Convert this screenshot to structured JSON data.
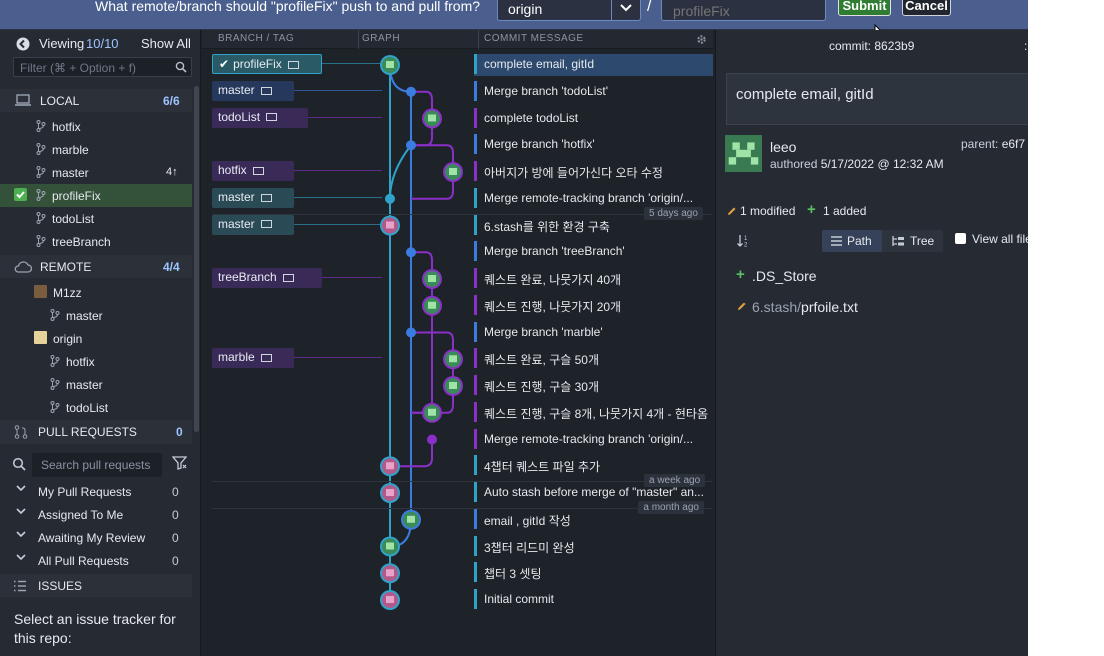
{
  "dialog": {
    "question": "What remote/branch should \"profileFix\" push to and pull from?",
    "remote_value": "origin",
    "separator": "/",
    "branch_placeholder": "profileFix",
    "submit_label": "Submit",
    "cancel_label": "Cancel"
  },
  "sidebar": {
    "viewing_label": "Viewing",
    "viewing_count": "10/10",
    "show_all": "Show All",
    "filter_placeholder": "Filter (⌘ + Option + f)",
    "local": {
      "label": "LOCAL",
      "count": "6/6",
      "branches": [
        {
          "name": "hotfix",
          "badge": ""
        },
        {
          "name": "marble",
          "badge": ""
        },
        {
          "name": "master",
          "badge": "4↑"
        },
        {
          "name": "profileFix",
          "badge": ""
        },
        {
          "name": "todoList",
          "badge": ""
        },
        {
          "name": "treeBranch",
          "badge": ""
        }
      ]
    },
    "remote": {
      "label": "REMOTE",
      "count": "4/4",
      "remotes": [
        {
          "name": "M1zz",
          "branches": [
            "master"
          ]
        },
        {
          "name": "origin",
          "branches": [
            "hotfix",
            "master",
            "todoList"
          ]
        }
      ]
    },
    "pull_requests": {
      "label": "PULL REQUESTS",
      "count": "0",
      "search_placeholder": "Search pull requests",
      "groups": [
        {
          "label": "My Pull Requests",
          "count": "0"
        },
        {
          "label": "Assigned To Me",
          "count": "0"
        },
        {
          "label": "Awaiting My Review",
          "count": "0"
        },
        {
          "label": "All Pull Requests",
          "count": "0"
        }
      ]
    },
    "issues": {
      "label": "ISSUES",
      "text": "Select an issue tracker for this repo:"
    }
  },
  "graph": {
    "col_branch": "BRANCH / TAG",
    "col_graph": "GRAPH",
    "col_message": "COMMIT MESSAGE",
    "refs": [
      {
        "label": "profileFix",
        "row": 0,
        "checked": true
      },
      {
        "label": "master",
        "row": 1
      },
      {
        "label": "todoList",
        "row": 2
      },
      {
        "label": "hotfix",
        "row": 4
      },
      {
        "label": "master",
        "row": 5
      },
      {
        "label": "master",
        "row": 6
      },
      {
        "label": "treeBranch",
        "row": 8
      },
      {
        "label": "marble",
        "row": 11
      }
    ],
    "commits": [
      "complete email, gitId",
      "Merge branch 'todoList'",
      "complete todoList",
      "Merge branch 'hotfix'",
      "아버지가 방에 들어가신다 오타 수정",
      "Merge remote-tracking branch 'origin/...",
      "6.stash를 위한 환경 구축",
      "Merge branch 'treeBranch'",
      "퀘스트 완료, 나뭇가지 40개",
      "퀘스트 진행, 나뭇가지 20개",
      "Merge branch 'marble'",
      "퀘스트 완료, 구슬 50개",
      "퀘스트 진행, 구슬 30개",
      "퀘스트 진행, 구슬 8개, 나뭇가지 4개 - 현타옴",
      "Merge remote-tracking branch 'origin/...",
      "4챕터 퀘스트 파일 추가",
      "Auto stash before merge of \"master\" an...",
      "email , gitId 작성",
      "3챕터 리드미 완성",
      "챕터 3 셋팅",
      "Initial commit"
    ],
    "time_markers": [
      {
        "label": "5 days ago",
        "row": 6
      },
      {
        "label": "a week ago",
        "row": 16
      },
      {
        "label": "a month ago",
        "row": 17
      }
    ]
  },
  "detail": {
    "commit_label": "commit:",
    "commit_id": "8623b9",
    "summary": "complete email, gitId",
    "author": "leeo",
    "authored": "authored",
    "date": "5/17/2022 @ 12:32 AM",
    "parent_label": "parent:",
    "parent_id": "e6f7",
    "modified": "1 modified",
    "added": "1 added",
    "path_label": "Path",
    "tree_label": "Tree",
    "view_all": "View all files",
    "files": [
      {
        "status": "added",
        "dir": "",
        "name": ".DS_Store"
      },
      {
        "status": "modified",
        "dir": "6.stash/",
        "name": "prfoile.txt"
      }
    ]
  },
  "colors": {
    "accent": "#4a5f8e",
    "selected_branch": "#34513a",
    "submit": "#2e7d32",
    "graph_cyan": "#2fa3c9",
    "graph_blue": "#3b7ce0",
    "graph_purple": "#8b2fc9"
  }
}
